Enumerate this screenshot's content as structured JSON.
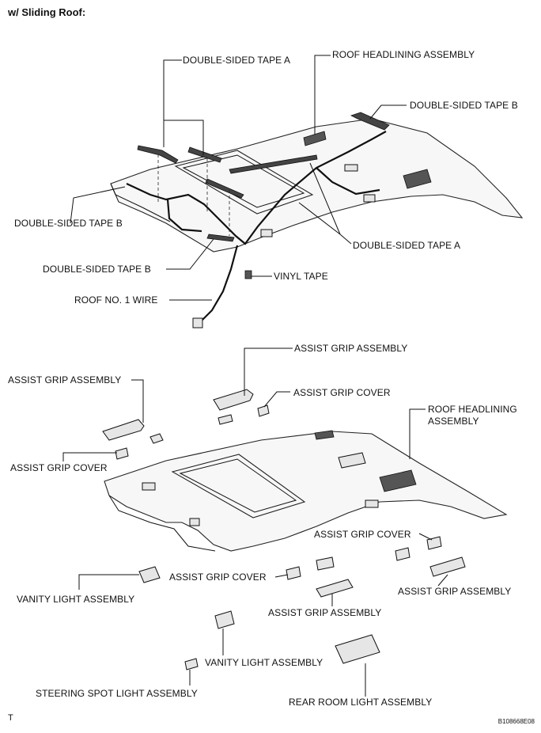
{
  "header": {
    "title": "w/ Sliding Roof:"
  },
  "footer": {
    "corner_mark": "T",
    "figure_code": "B108668E08"
  },
  "labels": {
    "double_sided_tape_a_top": "DOUBLE-SIDED TAPE A",
    "roof_headlining_top": "ROOF HEADLINING ASSEMBLY",
    "double_sided_tape_b_right": "DOUBLE-SIDED TAPE B",
    "double_sided_tape_b_left": "DOUBLE-SIDED TAPE B",
    "double_sided_tape_a_mid": "DOUBLE-SIDED TAPE A",
    "double_sided_tape_b_lower": "DOUBLE-SIDED TAPE B",
    "vinyl_tape": "VINYL TAPE",
    "roof_no1_wire": "ROOF NO. 1 WIRE",
    "assist_grip_assembly_top": "ASSIST GRIP ASSEMBLY",
    "assist_grip_assembly_left": "ASSIST GRIP ASSEMBLY",
    "assist_grip_cover_top": "ASSIST GRIP COVER",
    "roof_headlining_bottom_1": "ROOF HEADLINING",
    "roof_headlining_bottom_2": "ASSEMBLY",
    "assist_grip_cover_left": "ASSIST GRIP COVER",
    "assist_grip_cover_right": "ASSIST GRIP COVER",
    "assist_grip_cover_center": "ASSIST GRIP COVER",
    "vanity_light_left": "VANITY LIGHT ASSEMBLY",
    "assist_grip_assembly_right": "ASSIST GRIP ASSEMBLY",
    "assist_grip_assembly_center": "ASSIST GRIP ASSEMBLY",
    "vanity_light_center": "VANITY LIGHT ASSEMBLY",
    "steering_spot_light": "STEERING SPOT LIGHT ASSEMBLY",
    "rear_room_light": "REAR ROOM LIGHT ASSEMBLY"
  }
}
